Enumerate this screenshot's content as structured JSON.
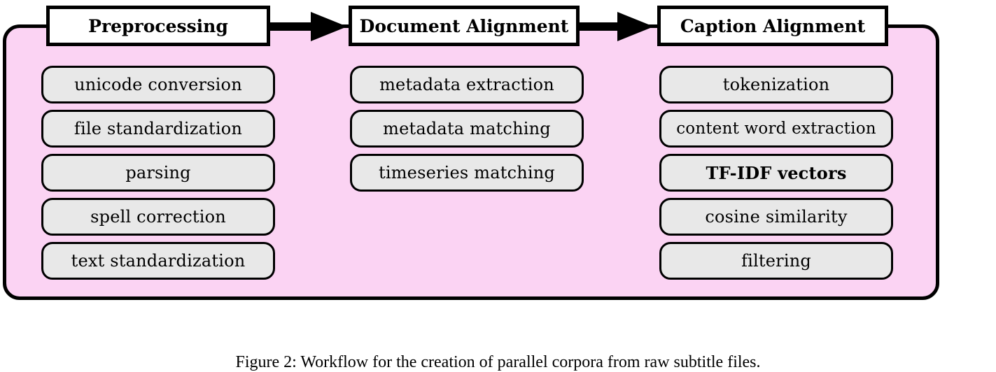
{
  "stages": [
    {
      "title": "Preprocessing",
      "steps": [
        "unicode conversion",
        "file standardization",
        "parsing",
        "spell correction",
        "text standardization"
      ]
    },
    {
      "title": "Document Alignment",
      "steps": [
        "metadata extraction",
        "metadata matching",
        "timeseries matching"
      ]
    },
    {
      "title": "Caption Alignment",
      "steps": [
        "tokenization",
        "content word extraction",
        "TF-IDF vectors",
        "cosine similarity",
        "filtering"
      ]
    }
  ],
  "caption": "Figure 2: Workflow for the creation of parallel corpora from raw subtitle files.",
  "colors": {
    "panel_fill": "#fbd3f3",
    "step_fill": "#e8e8e8",
    "outline": "#000000"
  }
}
